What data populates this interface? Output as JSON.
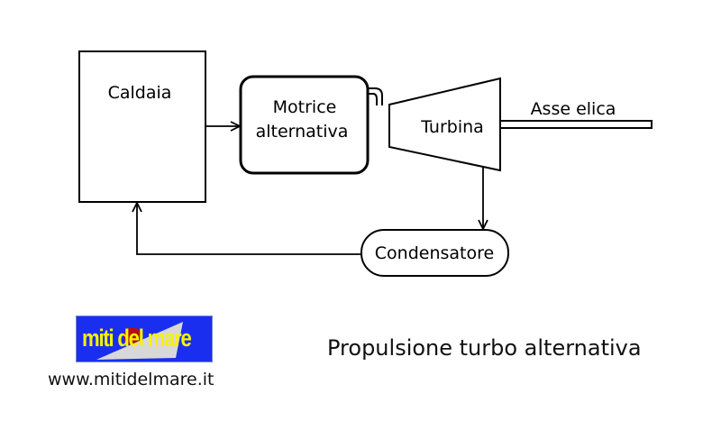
{
  "diagram": {
    "nodes": {
      "caldaia": "Caldaia",
      "motrice_line1": "Motrice",
      "motrice_line2": "alternativa",
      "turbina": "Turbina",
      "asse_elica": "Asse elica",
      "condensatore": "Condensatore"
    },
    "edges": [
      {
        "from": "Caldaia",
        "to": "Motrice alternativa",
        "arrow": true
      },
      {
        "from": "Motrice alternativa",
        "to": "Turbina",
        "arrow": false,
        "style": "pipe"
      },
      {
        "from": "Turbina",
        "to": "Asse elica",
        "arrow": false,
        "style": "shaft"
      },
      {
        "from": "Turbina",
        "to": "Condensatore",
        "arrow": true
      },
      {
        "from": "Condensatore",
        "to": "Caldaia",
        "arrow": true
      }
    ]
  },
  "logo": {
    "text": "miti del mare",
    "bg_color": "#1a2ef0",
    "text_color": "#f4f400"
  },
  "site_url": "www.mitidelmare.it",
  "caption": "Propulsione turbo alternativa"
}
